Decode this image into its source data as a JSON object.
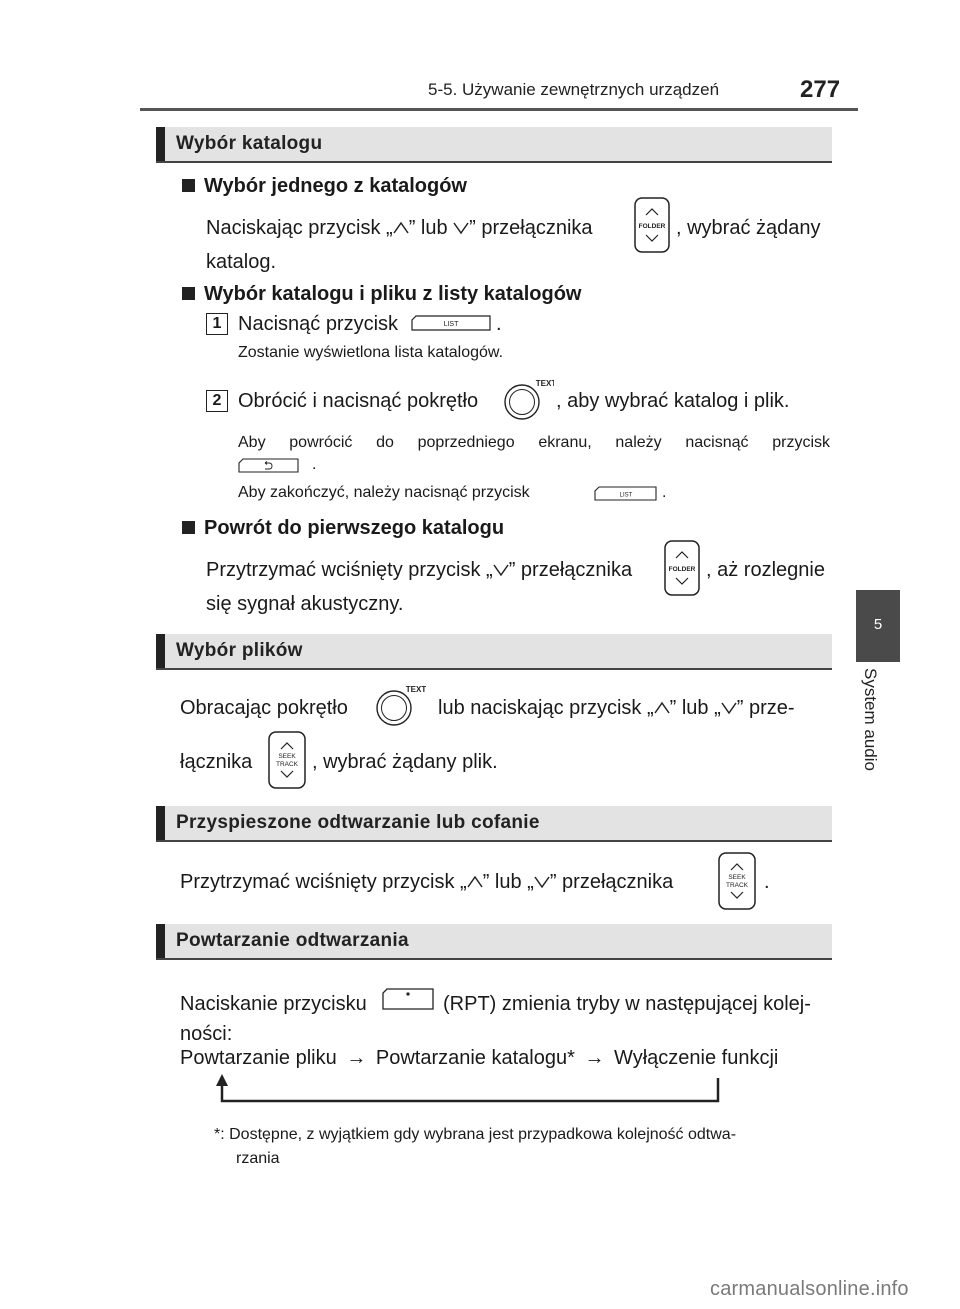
{
  "header": {
    "chapter": "5-5. Używanie zewnętrznych urządzeń",
    "page_number": "277"
  },
  "side_tab": {
    "number": "5",
    "label": "System audio"
  },
  "sections": {
    "s1": {
      "title": "Wybór katalogu",
      "sub1_title": "Wybór jednego z katalogów",
      "sub1_line1_a": "Naciskając przycisk „",
      "sub1_line1_b": "” lub ",
      "sub1_line1_c": "” przełącznika",
      "sub1_line1_d": ", wybrać żądany",
      "sub1_line2": "katalog.",
      "sub2_title": "Wybór katalogu i pliku z listy katalogów",
      "step1_num": "1",
      "step1_text": "Nacisnąć przycisk",
      "step1_end": ".",
      "step1_note": "Zostanie wyświetlona lista katalogów.",
      "step2_num": "2",
      "step2_a": "Obrócić i nacisnąć pokrętło",
      "step2_b": ", aby wybrać katalog i plik.",
      "note1": "Aby powrócić do poprzedniego ekranu, należy nacisnąć przycisk",
      "note1_end": ".",
      "note2": "Aby zakończyć, należy nacisnąć przycisk",
      "note2_end": ".",
      "sub3_title": "Powrót do pierwszego katalogu",
      "sub3_line1_a": "Przytrzymać wciśnięty przycisk „",
      "sub3_line1_b": "” przełącznika",
      "sub3_line1_c": ", aż rozlegnie",
      "sub3_line2": "się sygnał akustyczny."
    },
    "s2": {
      "title": "Wybór plików",
      "line1_a": "Obracając pokrętło",
      "line1_b": "lub naciskając przycisk „",
      "line1_c": "” lub „",
      "line1_d": "” prze-",
      "line2_a": "łącznika",
      "line2_b": ", wybrać żądany plik."
    },
    "s3": {
      "title": "Przyspieszone odtwarzanie lub cofanie",
      "line_a": "Przytrzymać wciśnięty przycisk „",
      "line_b": "” lub „",
      "line_c": "” przełącznika",
      "line_d": "."
    },
    "s4": {
      "title": "Powtarzanie odtwarzania",
      "line1_a": "Naciskanie przycisku",
      "line1_b": "(RPT) zmienia tryby w następującej kolej-",
      "line2": "ności:",
      "flow_1": "Powtarzanie pliku",
      "flow_2": "Powtarzanie katalogu*",
      "flow_3": "Wyłączenie funkcji",
      "arrow": "→",
      "footnote_1": "*: Dostępne, z wyjątkiem gdy wybrana jest przypadkowa kolejność odtwa-",
      "footnote_2": "rzania"
    }
  },
  "button_labels": {
    "folder": "FOLDER",
    "list": "LIST",
    "text": "TEXT",
    "seek": "SEEK",
    "track": "TRACK"
  },
  "watermark": "carmanualsonline.info"
}
